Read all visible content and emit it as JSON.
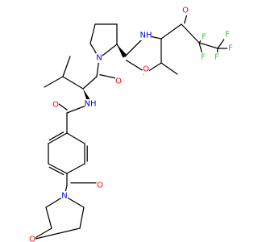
{
  "atom_labels": {
    "o_ketone": "O",
    "nh_amide_top": "NH",
    "f1": "F",
    "f2": "F",
    "f3": "F",
    "f4": "F",
    "f5": "F",
    "n_pro": "N",
    "o_pro": "O",
    "o_val": "O",
    "nh_val": "NH",
    "o_benzoyl": "O",
    "o_morph_carbonyl": "O",
    "n_morph": "N",
    "o_morph": "O"
  },
  "colors": {
    "bond": "#000000",
    "oxygen": "#ff0000",
    "nitrogen": "#0000ff",
    "fluorine": "#33cc33",
    "background": "#ffffff"
  }
}
